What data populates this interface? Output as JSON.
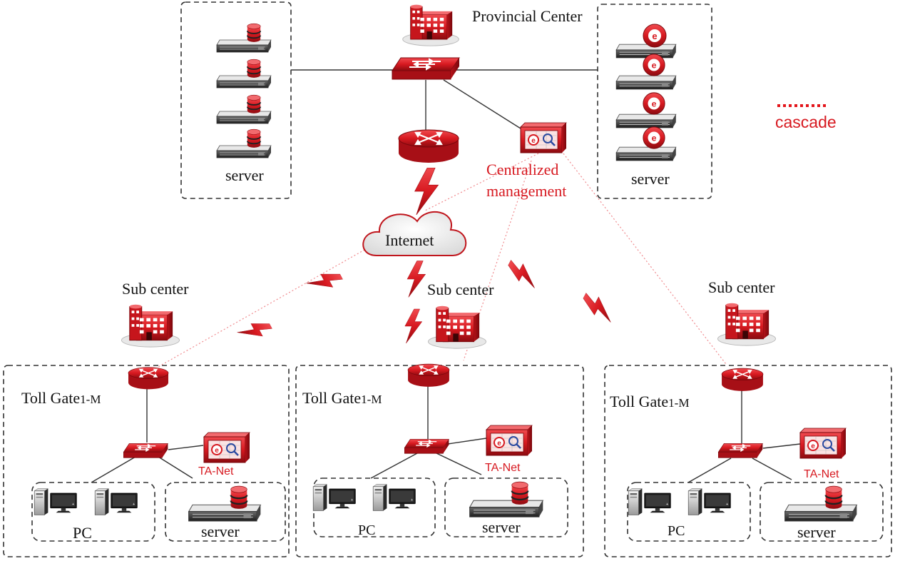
{
  "colors": {
    "device_red": "#d71920",
    "device_dark_red": "#8c0b10",
    "line": "#333333",
    "cascade": "#e3151b",
    "group_border": "#333333"
  },
  "labels": {
    "provincial_center": "Provincial Center",
    "server": "server",
    "centralized_management": [
      "Centralized",
      "management"
    ],
    "internet": "Internet",
    "sub_center": "Sub center",
    "toll_gate_prefix": "Toll Gate",
    "toll_gate_suffix": "1-M",
    "ta_net": "TA-Net",
    "pc": "PC"
  },
  "legend": {
    "label": "cascade",
    "style": "red dotted line"
  },
  "nodes": [
    {
      "name": "provincial-center-building",
      "icon": "building-icon"
    },
    {
      "name": "core-switch",
      "icon": "switch-icon"
    },
    {
      "name": "provincial-router",
      "icon": "router-icon"
    },
    {
      "name": "central-management-appliance",
      "icon": "ta-net-appliance-icon"
    },
    {
      "name": "internet-cloud",
      "icon": "cloud-icon"
    },
    {
      "name": "sub-center-buildings",
      "icon": "building-icon",
      "count": 3
    },
    {
      "name": "toll-gate-routers",
      "icon": "router-icon",
      "count": 3
    },
    {
      "name": "toll-gate-switches",
      "icon": "switch-icon",
      "count": 3
    },
    {
      "name": "toll-gate-ta-net",
      "icon": "ta-net-appliance-icon",
      "count": 3
    }
  ]
}
